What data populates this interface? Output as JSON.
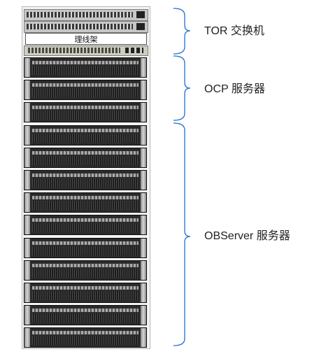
{
  "rack": {
    "cable_tray_label": "理线架",
    "switch_count": 2,
    "ocp_server_count": 3,
    "observer_server_count": 10
  },
  "groups": {
    "tor": {
      "label": "TOR 交换机"
    },
    "ocp": {
      "label": "OCP 服务器"
    },
    "observer": {
      "label": "OBServer 服务器"
    }
  },
  "colors": {
    "bracket": "#1f6fd1",
    "server_body": "#2b2b2b",
    "switch_body": "#c7c7c7"
  }
}
